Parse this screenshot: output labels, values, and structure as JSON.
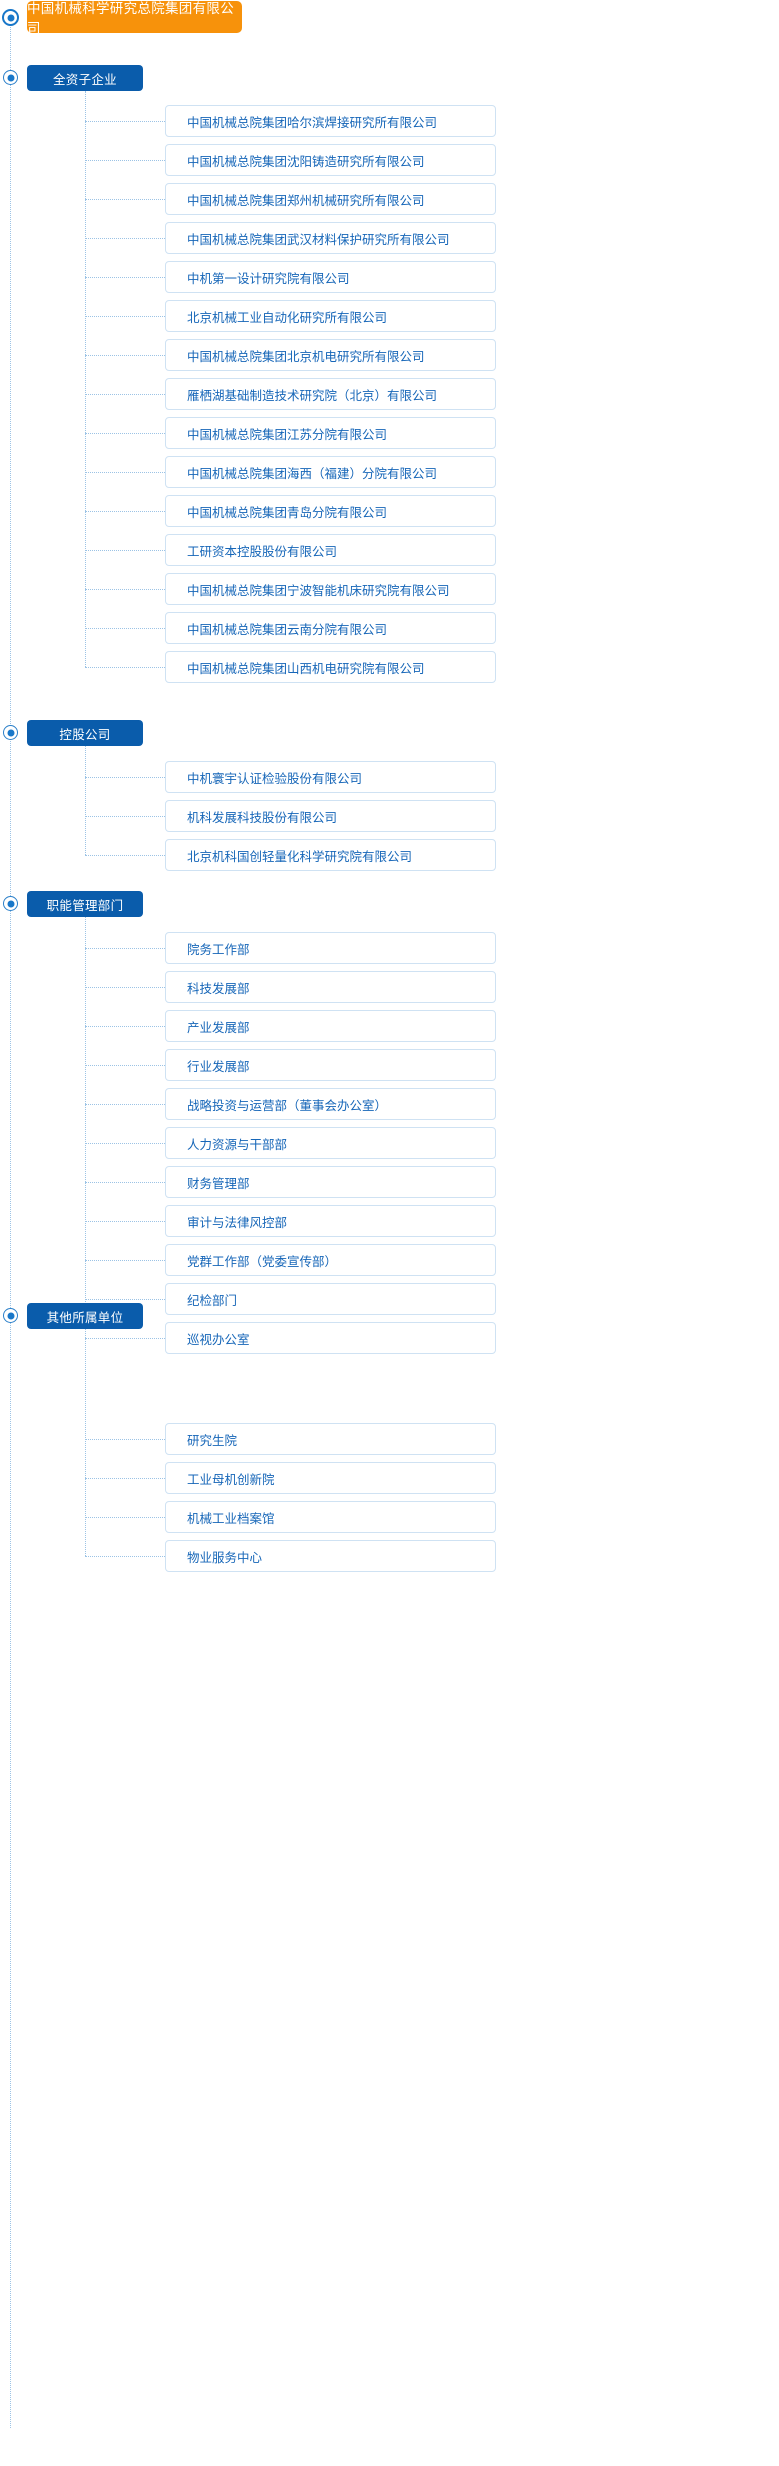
{
  "root": {
    "label": "中国机械科学研究总院集团有限公司",
    "color": "#f7920b"
  },
  "accent": {
    "section_bg": "#0a5cab",
    "leaf_border": "#cfe2f3",
    "leaf_text": "#1666b8",
    "line": "#9cc3e5",
    "marker": "#1877c9"
  },
  "sections": [
    {
      "label": "全资子企业",
      "items": [
        "中国机械总院集团哈尔滨焊接研究所有限公司",
        "中国机械总院集团沈阳铸造研究所有限公司",
        "中国机械总院集团郑州机械研究所有限公司",
        "中国机械总院集团武汉材料保护研究所有限公司",
        "中机第一设计研究院有限公司",
        "北京机械工业自动化研究所有限公司",
        "中国机械总院集团北京机电研究所有限公司",
        "雁栖湖基础制造技术研究院（北京）有限公司",
        "中国机械总院集团江苏分院有限公司",
        "中国机械总院集团海西（福建）分院有限公司",
        "中国机械总院集团青岛分院有限公司",
        "工研资本控股股份有限公司",
        "中国机械总院集团宁波智能机床研究院有限公司",
        "中国机械总院集团云南分院有限公司",
        "中国机械总院集团山西机电研究院有限公司"
      ]
    },
    {
      "label": "控股公司",
      "items": [
        "中机寰宇认证检验股份有限公司",
        "机科发展科技股份有限公司",
        "北京机科国创轻量化科学研究院有限公司"
      ]
    },
    {
      "label": "职能管理部门",
      "items": [
        "院务工作部",
        "科技发展部",
        "产业发展部",
        "行业发展部",
        "战略投资与运营部（董事会办公室）",
        "人力资源与干部部",
        "财务管理部",
        "审计与法律风控部",
        "党群工作部（党委宣传部）",
        "纪检部门",
        "巡视办公室"
      ]
    },
    {
      "label": "其他所属单位",
      "items": [
        "研究生院",
        "工业母机创新院",
        "机械工业档案馆",
        "物业服务中心"
      ]
    }
  ]
}
